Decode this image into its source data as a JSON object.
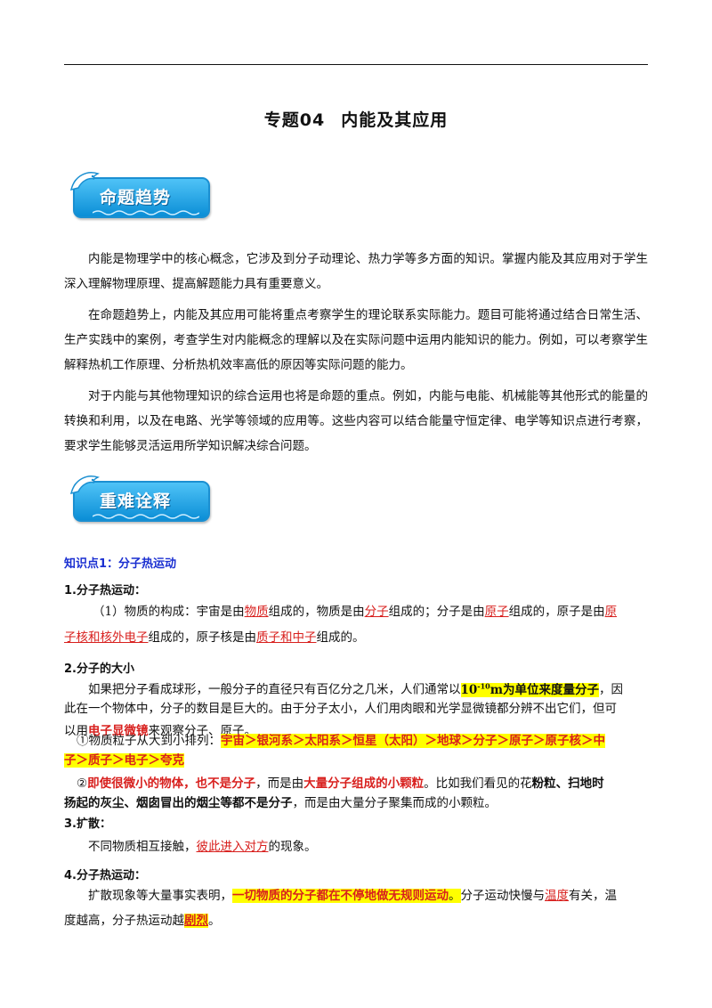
{
  "title": {
    "num": "专题04",
    "name": "内能及其应用"
  },
  "banners": {
    "trend": "命题趋势",
    "key": "重难诠释"
  },
  "trend": {
    "p1": "内能是物理学中的核心概念，它涉及到分子动理论、热力学等多方面的知识。掌握内能及其应用对于学生深入理解物理原理、提高解题能力具有重要意义。",
    "p2": "在命题趋势上，内能及其应用可能将重点考察学生的理论联系实际能力。题目可能将通过结合日常生活、生产实践中的案例，考查学生对内能概念的理解以及在实际问题中运用内能知识的能力。例如，可以考察学生解释热机工作原理、分析热机效率高低的原因等实际问题的能力。",
    "p3": "对于内能与其他物理知识的综合运用也将是命题的重点。例如，内能与电能、机械能等其他形式的能量的转换和利用，以及在电路、光学等领域的应用等。这些内容可以结合能量守恒定律、电学等知识点进行考察，要求学生能够灵活运用所学知识解决综合问题。"
  },
  "kp1": {
    "label": "知识点1：分子热运动",
    "h1": "1.分子热运动：",
    "s1": {
      "t1": "（1）物质的构成：宇宙是由",
      "u1": "物质",
      "t2": "组成的，物质是由",
      "u2": "分子",
      "t3": "组成的；分子是由",
      "u3": "原子",
      "t4": "组成的，原子是由",
      "u4a": "原",
      "u4b": "子核和核外电子",
      "t5": "组成的，原子核是由",
      "u5": "质子和中子",
      "t6": "组成的。"
    },
    "h2": "2.分子的大小",
    "s2": {
      "t1": "如果把分子看成球形，一般分子的直径只有百亿分之几米，人们通常以",
      "hl_base": "10",
      "hl_exp": "-10",
      "hl_rest": "m为单位来度量分子",
      "t2": "，因",
      "t3": "此在一个物体中，分子的数目是巨大的。由于分子太小，人们用肉眼和光学显微镜都分辨不出它们，但可",
      "t4": "以用",
      "b1": "电子显微镜",
      "t5": "来观察分子、原子。"
    },
    "s3": {
      "t1": "①物质粒子从大到小排列：",
      "hl1": "宇宙＞银河系＞太阳系＞恒星（太阳）＞地球＞分子＞原子＞原子核＞中",
      "hl2": "子＞质子＞电子＞夸克"
    },
    "s4": {
      "t1": "②",
      "r1": "即使很微小的物体，也不是分子",
      "t2": "，而是由",
      "b1": "大量分子组成的小颗粒",
      "t3": "。比如我们看见的花",
      "b2": "粉粒、扫地时",
      "b3": "扬起的灰尘、烟囱冒出的烟尘等都不是分子",
      "t4": "，而是由大量分子聚集而成的小颗粒。"
    },
    "h3": "3.扩散：",
    "s5": {
      "t1": "不同物质相互接触，",
      "u1": "彼此进入对方",
      "t2": "的现象。"
    },
    "h4": "4.分子热运动：",
    "s6": {
      "t1": "扩散现象等大量事实表明，",
      "hl1": "一切物质的分子都在不停地做无规则运动",
      "hl1p": "。",
      "t2": "分子运动快慢与",
      "u1": "温度",
      "t3": "有关，温",
      "t4": "度越高，分子热运动越",
      "hl2": "剧烈",
      "t5": "。"
    }
  }
}
